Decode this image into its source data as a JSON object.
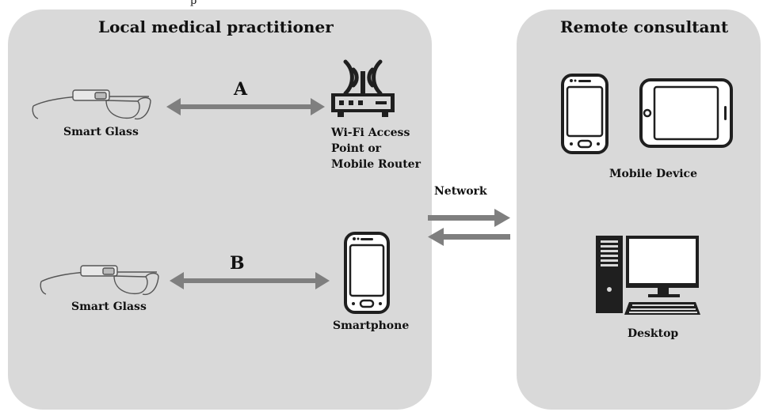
{
  "caption_top": "p",
  "local": {
    "title": "Local medical practitioner",
    "glass_a_label": "Smart Glass",
    "glass_b_label": "Smart Glass",
    "link_a": "A",
    "link_b": "B",
    "router_label_lines": [
      "Wi-Fi Access",
      "Point or",
      "Mobile Router"
    ],
    "phone_label": "Smartphone"
  },
  "network_label": "Network",
  "remote": {
    "title": "Remote consultant",
    "mobile_label": "Mobile Device",
    "desktop_label": "Desktop"
  },
  "colors": {
    "panel": "#d9d9d9",
    "arrow": "#7f7f7f",
    "ink": "#1f1f1f"
  },
  "icons": [
    "smart-glass-icon",
    "wifi-router-icon",
    "smartphone-icon",
    "tablet-icon",
    "desktop-computer-icon"
  ]
}
